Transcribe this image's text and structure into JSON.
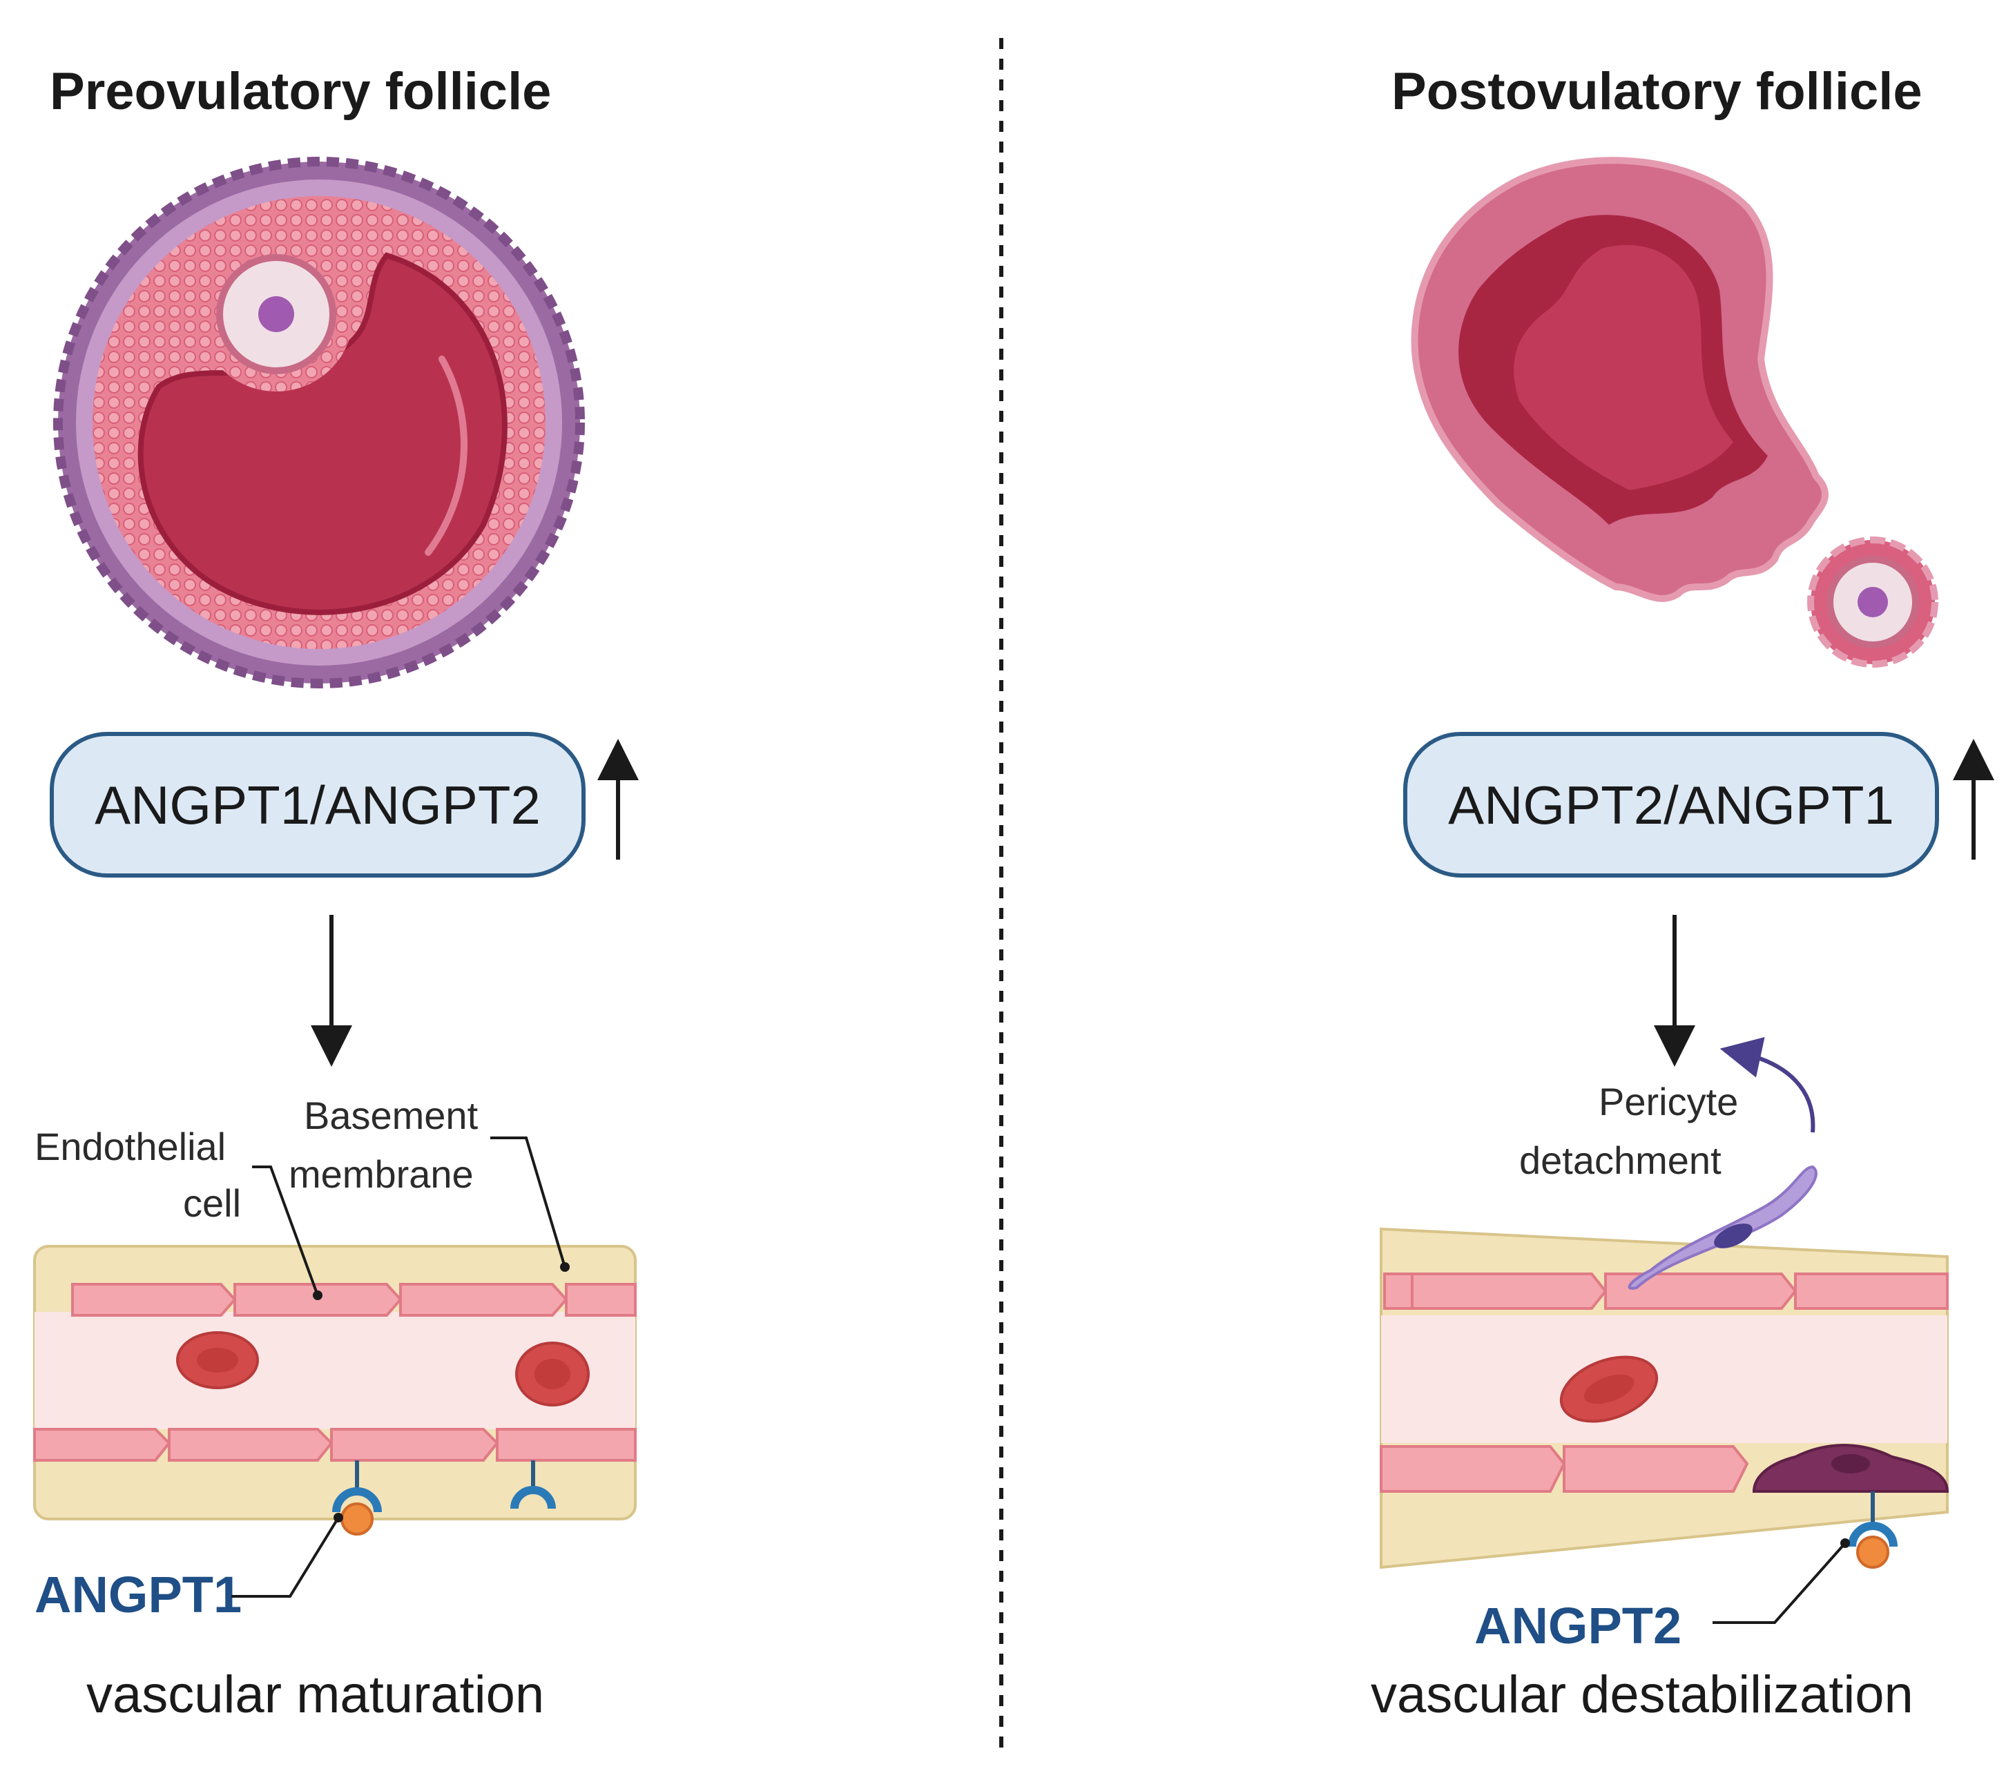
{
  "left_panel": {
    "title": "Preovulatory follicle",
    "ratio_label": "ANGPT1/ANGPT2",
    "labels": {
      "endothelial_line1": "Endothelial",
      "endothelial_line2": "cell",
      "basement_line1": "Basement",
      "basement_line2": "membrane"
    },
    "ligand_label": "ANGPT1",
    "outcome": "vascular maturation"
  },
  "right_panel": {
    "title": "Postovulatory follicle",
    "ratio_label": "ANGPT2/ANGPT1",
    "labels": {
      "pericyte_line1": "Pericyte",
      "pericyte_line2": "detachment"
    },
    "ligand_label": "ANGPT2",
    "outcome": "vascular destabilization"
  },
  "colors": {
    "follicle_fluid": "#b8324f",
    "granulosa": "#e8788f",
    "theca": "#a878a8",
    "ratio_box_fill": "#dce9f5",
    "ratio_box_stroke": "#2b5a85",
    "basement": "#f2e3b8",
    "endothelium": "#f4a6ae",
    "lumen": "#fbe6e6",
    "rbc": "#d24a4a",
    "receptor": "#2b7ab8",
    "ligand": "#f08a3c",
    "pericyte": "#b39ddb",
    "ligand_text": "#1f4f86"
  }
}
